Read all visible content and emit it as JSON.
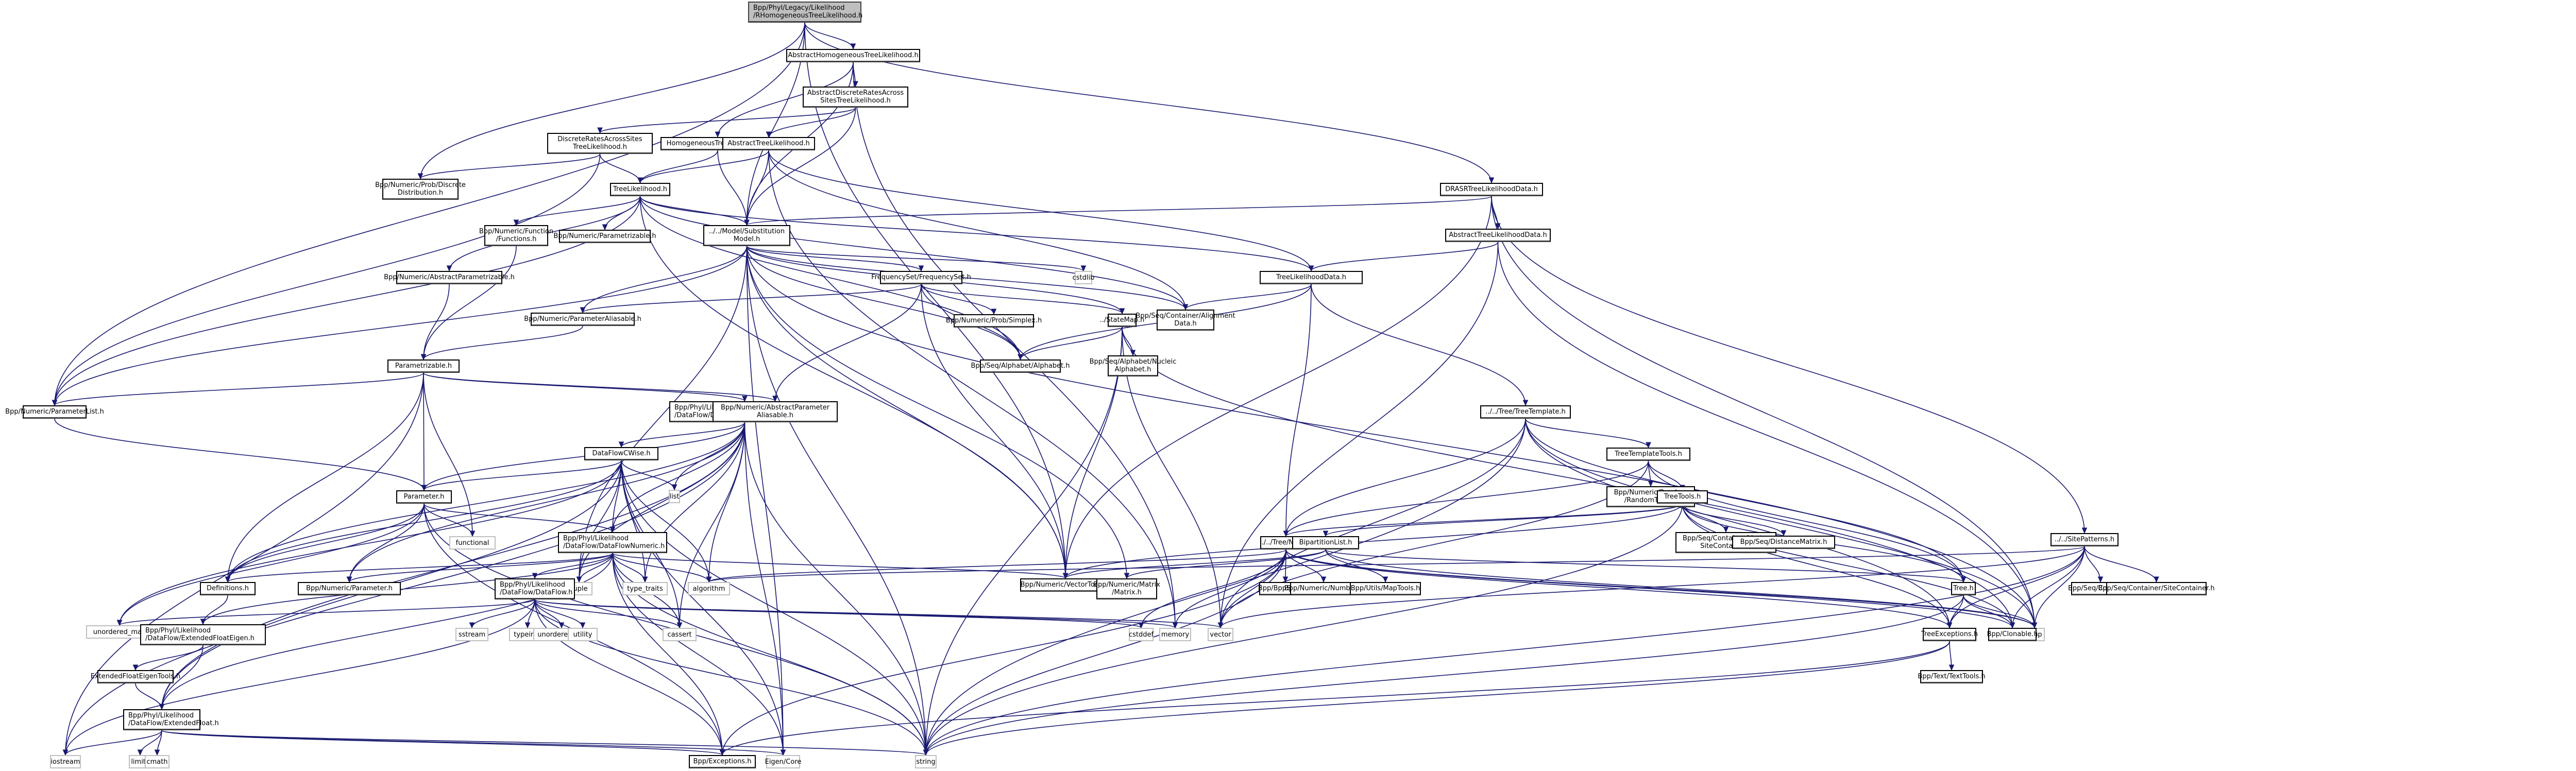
{
  "title": "Include dependency graph for RHomogeneousTreeLikelihood.h",
  "colors": {
    "edge": "#191970",
    "root_fill": "#bfbfbf",
    "node_border": "#000000",
    "system_border": "#bfbfbf"
  },
  "nodes": [
    {
      "id": "root",
      "label": "Bpp/Phyl/Legacy/Likelihood\n/RHomogeneousTreeLikelihood.h",
      "kind": "root"
    },
    {
      "id": "ahtl",
      "label": "AbstractHomogeneousTreeLikelihood.h",
      "kind": "file"
    },
    {
      "id": "adrastl",
      "label": "AbstractDiscreteRatesAcross\nSitesTreeLikelihood.h",
      "kind": "file"
    },
    {
      "id": "drastl",
      "label": "DiscreteRatesAcrossSites\nTreeLikelihood.h",
      "kind": "file"
    },
    {
      "id": "htl",
      "label": "HomogeneousTreeLikelihood.h",
      "kind": "file"
    },
    {
      "id": "atl",
      "label": "AbstractTreeLikelihood.h",
      "kind": "file"
    },
    {
      "id": "dd",
      "label": "Bpp/Numeric/Prob/Discrete\nDistribution.h",
      "kind": "file"
    },
    {
      "id": "tl",
      "label": "TreeLikelihood.h",
      "kind": "file"
    },
    {
      "id": "drasrtld",
      "label": "DRASRTreeLikelihoodData.h",
      "kind": "file"
    },
    {
      "id": "funcs",
      "label": "Bpp/Numeric/Function\n/Functions.h",
      "kind": "file"
    },
    {
      "id": "nparam",
      "label": "Bpp/Numeric/Parametrizable.h",
      "kind": "file"
    },
    {
      "id": "subm",
      "label": "../../Model/Substitution\nModel.h",
      "kind": "file"
    },
    {
      "id": "atld",
      "label": "AbstractTreeLikelihoodData.h",
      "kind": "file"
    },
    {
      "id": "absparam",
      "label": "Bpp/Numeric/AbstractParametrizable.h",
      "kind": "file"
    },
    {
      "id": "freqset",
      "label": "FrequencySet/FrequencySet.h",
      "kind": "file"
    },
    {
      "id": "cstdlib",
      "label": "cstdlib",
      "kind": "system"
    },
    {
      "id": "tld",
      "label": "TreeLikelihoodData.h",
      "kind": "file"
    },
    {
      "id": "paramalias",
      "label": "Bpp/Numeric/ParameterAliasable.h",
      "kind": "file"
    },
    {
      "id": "simplex",
      "label": "Bpp/Numeric/Prob/Simplex.h",
      "kind": "file"
    },
    {
      "id": "statemap",
      "label": "../StateMap.h",
      "kind": "file"
    },
    {
      "id": "aligndata",
      "label": "Bpp/Seq/Container/Alignment\nData.h",
      "kind": "file"
    },
    {
      "id": "alphabet",
      "label": "Bpp/Seq/Alphabet/Alphabet.h",
      "kind": "file"
    },
    {
      "id": "nucalpha",
      "label": "Bpp/Seq/Alphabet/Nucleic\nAlphabet.h",
      "kind": "file"
    },
    {
      "id": "parametrizable",
      "label": "Parametrizable.h",
      "kind": "file"
    },
    {
      "id": "paramlist",
      "label": "Bpp/Numeric/ParameterList.h",
      "kind": "file"
    },
    {
      "id": "dfcwc",
      "label": "Bpp/Phyl/Likelihood\n/DataFlow/DataFlowCWiseComputing.h",
      "kind": "file",
      "align": "left"
    },
    {
      "id": "absparamalias",
      "label": "Bpp/Numeric/AbstractParameter\nAliasable.h",
      "kind": "file"
    },
    {
      "id": "treetemplate",
      "label": "../../Tree/TreeTemplate.h",
      "kind": "file"
    },
    {
      "id": "treetemplatetools",
      "label": "TreeTemplateTools.h",
      "kind": "file"
    },
    {
      "id": "randomtools",
      "label": "Bpp/Numeric/Random\n/RandomTools.h",
      "kind": "file"
    },
    {
      "id": "treetools",
      "label": "TreeTools.h",
      "kind": "file"
    },
    {
      "id": "dfcwise",
      "label": "DataFlowCWise.h",
      "kind": "file"
    },
    {
      "id": "list",
      "label": "list",
      "kind": "system"
    },
    {
      "id": "parameter",
      "label": "Parameter.h",
      "kind": "file"
    },
    {
      "id": "functional",
      "label": "functional",
      "kind": "system"
    },
    {
      "id": "sitepatterns",
      "label": "../../SitePatterns.h",
      "kind": "file"
    },
    {
      "id": "vsc",
      "label": "Bpp/Seq/Container/Vector\nSiteContainer.h",
      "kind": "file"
    },
    {
      "id": "distmat",
      "label": "Bpp/Seq/DistanceMatrix.h",
      "kind": "file"
    },
    {
      "id": "node",
      "label": "../../Tree/Node.h",
      "kind": "file"
    },
    {
      "id": "bipart",
      "label": "BipartitionList.h",
      "kind": "file"
    },
    {
      "id": "dfnumeric",
      "label": "Bpp/Phyl/Likelihood\n/DataFlow/DataFlowNumeric.h",
      "kind": "file",
      "align": "left"
    },
    {
      "id": "coresite",
      "label": "Bpp/Seq/CoreSite.h",
      "kind": "file"
    },
    {
      "id": "sitecontainer",
      "label": "Bpp/Seq/Container/SiteContainer.h",
      "kind": "file"
    },
    {
      "id": "definitions",
      "label": "Definitions.h",
      "kind": "file"
    },
    {
      "id": "nparameter",
      "label": "Bpp/Numeric/Parameter.h",
      "kind": "file"
    },
    {
      "id": "tuple",
      "label": "tuple",
      "kind": "system"
    },
    {
      "id": "typetraits",
      "label": "type_traits",
      "kind": "system"
    },
    {
      "id": "algorithm",
      "label": "algorithm",
      "kind": "system"
    },
    {
      "id": "vectortools",
      "label": "Bpp/Numeric/VectorTools.h",
      "kind": "file"
    },
    {
      "id": "matrix",
      "label": "Bpp/Numeric/Matrix\n/Matrix.h",
      "kind": "file"
    },
    {
      "id": "bppstring",
      "label": "Bpp/BppString.h",
      "kind": "file"
    },
    {
      "id": "number",
      "label": "Bpp/Numeric/Number.h",
      "kind": "file"
    },
    {
      "id": "utilsmap",
      "label": "Bpp/Utils/MapTools.h",
      "kind": "file"
    },
    {
      "id": "treeh",
      "label": "Tree.h",
      "kind": "file"
    },
    {
      "id": "dataflow",
      "label": "Bpp/Phyl/Likelihood\n/DataFlow/DataFlow.h",
      "kind": "file",
      "align": "left"
    },
    {
      "id": "cstddef",
      "label": "cstddef",
      "kind": "system"
    },
    {
      "id": "memory",
      "label": "memory",
      "kind": "system"
    },
    {
      "id": "vector",
      "label": "vector",
      "kind": "system"
    },
    {
      "id": "map",
      "label": "map",
      "kind": "system"
    },
    {
      "id": "treeexc",
      "label": "TreeExceptions.h",
      "kind": "file"
    },
    {
      "id": "clonable",
      "label": "Bpp/Clonable.h",
      "kind": "file"
    },
    {
      "id": "unorderedmap",
      "label": "unordered_map",
      "kind": "system"
    },
    {
      "id": "efeigen",
      "label": "Bpp/Phyl/Likelihood\n/DataFlow/ExtendedFloatEigen.h",
      "kind": "file",
      "align": "left"
    },
    {
      "id": "sstream",
      "label": "sstream",
      "kind": "system"
    },
    {
      "id": "typeinfo",
      "label": "typeinfo",
      "kind": "system"
    },
    {
      "id": "unorderedset",
      "label": "unordered_set",
      "kind": "system"
    },
    {
      "id": "utility",
      "label": "utility",
      "kind": "system"
    },
    {
      "id": "cassert",
      "label": "cassert",
      "kind": "system"
    },
    {
      "id": "efeigentools",
      "label": "ExtendedFloatEigenTools.h",
      "kind": "file"
    },
    {
      "id": "texttools",
      "label": "Bpp/Text/TextTools.h",
      "kind": "file"
    },
    {
      "id": "extfloat",
      "label": "Bpp/Phyl/Likelihood\n/DataFlow/ExtendedFloat.h",
      "kind": "file",
      "align": "left"
    },
    {
      "id": "iostream",
      "label": "iostream",
      "kind": "system"
    },
    {
      "id": "limits",
      "label": "limits",
      "kind": "system"
    },
    {
      "id": "cmath",
      "label": "cmath",
      "kind": "system"
    },
    {
      "id": "exceptions",
      "label": "Bpp/Exceptions.h",
      "kind": "file"
    },
    {
      "id": "eigencore",
      "label": "Eigen/Core",
      "kind": "system"
    },
    {
      "id": "string",
      "label": "string",
      "kind": "system"
    }
  ],
  "edges": [
    [
      "root",
      "ahtl"
    ],
    [
      "root",
      "dd"
    ],
    [
      "root",
      "subm"
    ],
    [
      "root",
      "drasrtld"
    ],
    [
      "root",
      "vectortools"
    ],
    [
      "root",
      "paramlist"
    ],
    [
      "ahtl",
      "adrastl"
    ],
    [
      "ahtl",
      "htl"
    ],
    [
      "ahtl",
      "subm"
    ],
    [
      "ahtl",
      "memory"
    ],
    [
      "adrastl",
      "drastl"
    ],
    [
      "adrastl",
      "atl"
    ],
    [
      "adrastl",
      "subm"
    ],
    [
      "drastl",
      "tl"
    ],
    [
      "drastl",
      "dd"
    ],
    [
      "drastl",
      "paramlist"
    ],
    [
      "htl",
      "tl"
    ],
    [
      "htl",
      "subm"
    ],
    [
      "atl",
      "tl"
    ],
    [
      "atl",
      "subm"
    ],
    [
      "atl",
      "aligndata"
    ],
    [
      "atl",
      "tld"
    ],
    [
      "atl",
      "memory"
    ],
    [
      "tl",
      "funcs"
    ],
    [
      "tl",
      "nparam"
    ],
    [
      "tl",
      "subm"
    ],
    [
      "tl",
      "paramlist"
    ],
    [
      "tl",
      "tld"
    ],
    [
      "tl",
      "aligndata"
    ],
    [
      "tl",
      "alphabet"
    ],
    [
      "tl",
      "absparam"
    ],
    [
      "tl",
      "vectortools"
    ],
    [
      "funcs",
      "parametrizable"
    ],
    [
      "absparam",
      "parametrizable"
    ],
    [
      "subm",
      "freqset"
    ],
    [
      "subm",
      "cstdlib"
    ],
    [
      "subm",
      "statemap"
    ],
    [
      "subm",
      "aligndata"
    ],
    [
      "subm",
      "alphabet"
    ],
    [
      "subm",
      "paramalias"
    ],
    [
      "subm",
      "paramlist"
    ],
    [
      "subm",
      "vectortools"
    ],
    [
      "subm",
      "matrix"
    ],
    [
      "subm",
      "map"
    ],
    [
      "subm",
      "string"
    ],
    [
      "subm",
      "eigencore"
    ],
    [
      "subm",
      "tuple"
    ],
    [
      "drasrtld",
      "atld"
    ],
    [
      "drasrtld",
      "subm"
    ],
    [
      "drasrtld",
      "sitepatterns"
    ],
    [
      "drasrtld",
      "map"
    ],
    [
      "drasrtld",
      "vectortools"
    ],
    [
      "atld",
      "tld"
    ],
    [
      "atld",
      "vector"
    ],
    [
      "atld",
      "map"
    ],
    [
      "tld",
      "aligndata"
    ],
    [
      "tld",
      "alphabet"
    ],
    [
      "tld",
      "treetemplate"
    ],
    [
      "tld",
      "node"
    ],
    [
      "freqset",
      "simplex"
    ],
    [
      "freqset",
      "alphabet"
    ],
    [
      "freqset",
      "statemap"
    ],
    [
      "freqset",
      "paramalias"
    ],
    [
      "freqset",
      "vectortools"
    ],
    [
      "freqset",
      "absparamalias"
    ],
    [
      "statemap",
      "alphabet"
    ],
    [
      "statemap",
      "nucalpha"
    ],
    [
      "statemap",
      "vectortools"
    ],
    [
      "statemap",
      "clonable"
    ],
    [
      "statemap",
      "string"
    ],
    [
      "statemap",
      "vector"
    ],
    [
      "paramalias",
      "parametrizable"
    ],
    [
      "parametrizable",
      "paramlist"
    ],
    [
      "parametrizable",
      "dfcwc"
    ],
    [
      "parametrizable",
      "absparamalias"
    ],
    [
      "parametrizable",
      "parameter"
    ],
    [
      "parametrizable",
      "functional"
    ],
    [
      "parametrizable",
      "definitions"
    ],
    [
      "parametrizable",
      "iostream"
    ],
    [
      "paramlist",
      "parameter"
    ],
    [
      "dfcwc",
      "dfcwise"
    ],
    [
      "dfcwc",
      "list"
    ],
    [
      "dfcwc",
      "parameter"
    ],
    [
      "dfcwc",
      "dfnumeric"
    ],
    [
      "dfcwc",
      "definitions"
    ],
    [
      "dfcwc",
      "nparameter"
    ],
    [
      "dfcwc",
      "tuple"
    ],
    [
      "dfcwc",
      "typetraits"
    ],
    [
      "dfcwc",
      "algorithm"
    ],
    [
      "dfcwc",
      "cassert"
    ],
    [
      "dfcwc",
      "string"
    ],
    [
      "dfcwc",
      "eigencore"
    ],
    [
      "dfcwc",
      "extfloat"
    ],
    [
      "dfcwc",
      "iostream"
    ],
    [
      "dfcwise",
      "parameter"
    ],
    [
      "dfcwise",
      "list"
    ],
    [
      "dfcwise",
      "dfnumeric"
    ],
    [
      "dfcwise",
      "definitions"
    ],
    [
      "dfcwise",
      "tuple"
    ],
    [
      "dfcwise",
      "typetraits"
    ],
    [
      "dfcwise",
      "algorithm"
    ],
    [
      "dfcwise",
      "cassert"
    ],
    [
      "dfcwise",
      "eigencore"
    ],
    [
      "dfcwise",
      "string"
    ],
    [
      "dfcwise",
      "unorderedmap"
    ],
    [
      "dfcwise",
      "extfloat"
    ],
    [
      "parameter",
      "functional"
    ],
    [
      "parameter",
      "nparameter"
    ],
    [
      "parameter",
      "dfnumeric"
    ],
    [
      "parameter",
      "definitions"
    ],
    [
      "parameter",
      "unorderedmap"
    ],
    [
      "parameter",
      "exceptions"
    ],
    [
      "parameter",
      "string"
    ],
    [
      "treetemplate",
      "treetemplatetools"
    ],
    [
      "treetemplate",
      "node"
    ],
    [
      "treetemplate",
      "treeh"
    ],
    [
      "treetemplate",
      "treeexc"
    ],
    [
      "treetemplate",
      "vector"
    ],
    [
      "treetemplate",
      "string"
    ],
    [
      "treetemplate",
      "map"
    ],
    [
      "treetemplatetools",
      "randomtools"
    ],
    [
      "treetemplatetools",
      "treetools"
    ],
    [
      "treetemplatetools",
      "node"
    ],
    [
      "treetemplatetools",
      "treeh"
    ],
    [
      "treetemplatetools",
      "vector"
    ],
    [
      "treetools",
      "node"
    ],
    [
      "treetools",
      "bipart"
    ],
    [
      "treetools",
      "vsc"
    ],
    [
      "treetools",
      "distmat"
    ],
    [
      "treetools",
      "treeh"
    ],
    [
      "treetools",
      "treeexc"
    ],
    [
      "treetools",
      "vectortools"
    ],
    [
      "treetools",
      "string"
    ],
    [
      "treetools",
      "clonable"
    ],
    [
      "sitepatterns",
      "coresite"
    ],
    [
      "sitepatterns",
      "sitecontainer"
    ],
    [
      "sitepatterns",
      "map"
    ],
    [
      "sitepatterns",
      "clonable"
    ],
    [
      "sitepatterns",
      "treeexc"
    ],
    [
      "sitepatterns",
      "algorithm"
    ],
    [
      "sitepatterns",
      "string"
    ],
    [
      "sitepatterns",
      "vector"
    ],
    [
      "node",
      "bppstring"
    ],
    [
      "node",
      "number"
    ],
    [
      "node",
      "treeexc"
    ],
    [
      "node",
      "clonable"
    ],
    [
      "node",
      "vector"
    ],
    [
      "node",
      "cstddef"
    ],
    [
      "node",
      "memory"
    ],
    [
      "node",
      "map"
    ],
    [
      "node",
      "string"
    ],
    [
      "node",
      "algorithm"
    ],
    [
      "node",
      "exceptions"
    ],
    [
      "bipart",
      "treeh"
    ],
    [
      "bipart",
      "utilsmap"
    ],
    [
      "bipart",
      "vectortools"
    ],
    [
      "bipart",
      "matrix"
    ],
    [
      "bipart",
      "map"
    ],
    [
      "dfnumeric",
      "dataflow"
    ],
    [
      "dfnumeric",
      "tuple"
    ],
    [
      "dfnumeric",
      "typetraits"
    ],
    [
      "dfnumeric",
      "algorithm"
    ],
    [
      "dfnumeric",
      "cassert"
    ],
    [
      "dfnumeric",
      "efeigen"
    ],
    [
      "dfnumeric",
      "vectortools"
    ],
    [
      "dfnumeric",
      "nparameter"
    ],
    [
      "dfnumeric",
      "definitions"
    ],
    [
      "dfnumeric",
      "eigencore"
    ],
    [
      "dfnumeric",
      "string"
    ],
    [
      "dfnumeric",
      "exceptions"
    ],
    [
      "dfnumeric",
      "extfloat"
    ],
    [
      "dataflow",
      "sstream"
    ],
    [
      "dataflow",
      "typeinfo"
    ],
    [
      "dataflow",
      "unorderedset"
    ],
    [
      "dataflow",
      "utility"
    ],
    [
      "dataflow",
      "cassert"
    ],
    [
      "dataflow",
      "memory"
    ],
    [
      "dataflow",
      "cstddef"
    ],
    [
      "dataflow",
      "vector"
    ],
    [
      "dataflow",
      "unorderedmap"
    ],
    [
      "dataflow",
      "string"
    ],
    [
      "dataflow",
      "exceptions"
    ],
    [
      "dataflow",
      "iostream"
    ],
    [
      "definitions",
      "efeigen"
    ],
    [
      "efeigen",
      "efeigentools"
    ],
    [
      "efeigen",
      "extfloat"
    ],
    [
      "efeigentools",
      "extfloat"
    ],
    [
      "treeh",
      "treeexc"
    ],
    [
      "treeh",
      "clonable"
    ],
    [
      "treeh",
      "map"
    ],
    [
      "treeh",
      "string"
    ],
    [
      "treeexc",
      "texttools"
    ],
    [
      "treeexc",
      "exceptions"
    ],
    [
      "treeexc",
      "string"
    ],
    [
      "extfloat",
      "iostream"
    ],
    [
      "extfloat",
      "limits"
    ],
    [
      "extfloat",
      "cmath"
    ],
    [
      "extfloat",
      "exceptions"
    ],
    [
      "extfloat",
      "eigencore"
    ],
    [
      "extfloat",
      "string"
    ]
  ]
}
